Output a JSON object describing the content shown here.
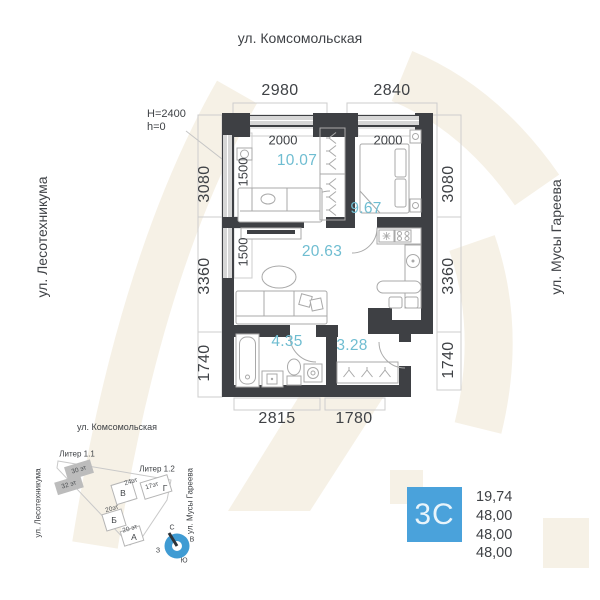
{
  "plan": {
    "streets": {
      "top": "ул. Комсомольская",
      "left": "ул. Лесотехникума",
      "right": "ул. Мусы Гареева"
    },
    "height_note": {
      "line1": "H=2400",
      "line2": "h=0"
    },
    "dimensions": {
      "top": [
        "2980",
        "2840"
      ],
      "bottom": [
        "2815",
        "1780"
      ],
      "left": [
        "3080",
        "3360",
        "1740"
      ],
      "right": [
        "3080",
        "3360",
        "1740"
      ],
      "inner_horizontal": [
        "2000",
        "2000"
      ],
      "inner_vertical": [
        "1500",
        "1500"
      ]
    },
    "rooms": [
      {
        "name": "room",
        "area": "10.07"
      },
      {
        "name": "bedroom",
        "area": "9.67"
      },
      {
        "name": "living-kitchen",
        "area": "20.63"
      },
      {
        "name": "bathroom",
        "area": "4.35"
      },
      {
        "name": "hallway",
        "area": "3.28"
      }
    ]
  },
  "minimap": {
    "streets": {
      "top": "ул. Комсомольская",
      "left": "ул. Лесотехникума",
      "right": "ул. Мусы Гареева"
    },
    "liters": [
      "Литер 1.1",
      "Литер 1.2"
    ],
    "buildings": [
      {
        "floors": "30 эт"
      },
      {
        "floors": "32 эт"
      },
      {
        "floors": "24эт",
        "letter": "В"
      },
      {
        "floors": "17эт",
        "letter": "Г"
      },
      {
        "floors": "20эт",
        "letter": "Б"
      },
      {
        "floors": "20 эт",
        "letter": "А"
      }
    ],
    "compass": {
      "north": "С",
      "east": "В",
      "south": "Ю",
      "west": "З"
    }
  },
  "info": {
    "type_label": "3С",
    "values": [
      "19,74",
      "48,00",
      "48,00",
      "48,00"
    ]
  },
  "colors": {
    "wall": "#3e4044",
    "accent_blue": "#4aa2db",
    "area_teal": "#6fbdd1",
    "watermark": "#f6f1e6"
  }
}
